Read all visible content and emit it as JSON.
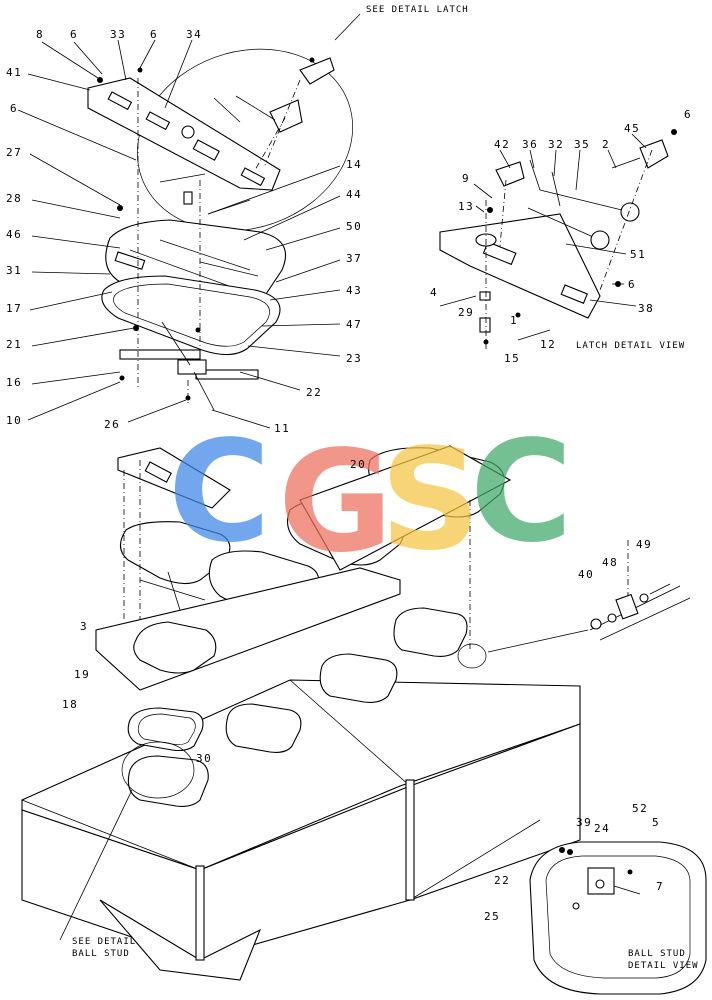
{
  "callouts": {
    "latch": "SEE DETAIL  LATCH",
    "latch_view": "LATCH DETAIL VIEW",
    "ball_stud_1": "SEE DETAIL",
    "ball_stud_2": "BALL STUD",
    "ball_view_1": "BALL STUD",
    "ball_view_2": "DETAIL VIEW"
  },
  "watermark": {
    "letters": [
      "C",
      "G",
      "S",
      "C"
    ],
    "colors": [
      "#3d86e8",
      "#ef6f5e",
      "#f4c542",
      "#41a86a"
    ]
  },
  "part_labels": {
    "p8": "8",
    "p6a": "6",
    "p33": "33",
    "p6b": "6",
    "p34": "34",
    "p41": "41",
    "p6c": "6",
    "p27": "27",
    "p28": "28",
    "p46": "46",
    "p31": "31",
    "p17": "17",
    "p21": "21",
    "p16": "16",
    "p10": "10",
    "p26": "26",
    "p11": "11",
    "p22a": "22",
    "p23": "23",
    "p47": "47",
    "p43": "43",
    "p37": "37",
    "p50": "50",
    "p44": "44",
    "p14": "14",
    "p42": "42",
    "p36": "36",
    "p32": "32",
    "p35": "35",
    "p2": "2",
    "p45": "45",
    "p6d": "6",
    "p9": "9",
    "p13": "13",
    "p51": "51",
    "p6e": "6",
    "p38": "38",
    "p4": "4",
    "p29": "29",
    "p1": "1",
    "p12": "12",
    "p15": "15",
    "p20": "20",
    "p3": "3",
    "p19": "19",
    "p18": "18",
    "p30": "30",
    "p40": "40",
    "p48": "48",
    "p49": "49",
    "p52": "52",
    "p39": "39",
    "p24": "24",
    "p5": "5",
    "p22b": "22",
    "p7": "7",
    "p25": "25"
  }
}
